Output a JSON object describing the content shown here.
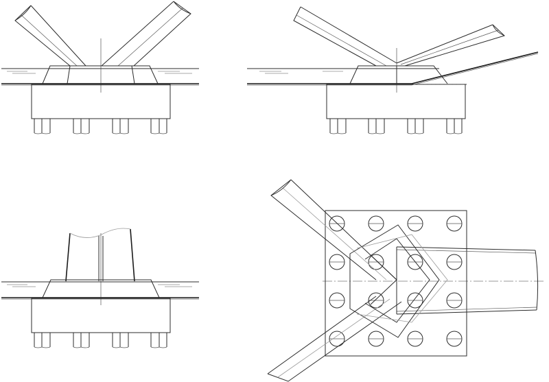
{
  "drawing": {
    "views": [
      {
        "id": "elevation-front"
      },
      {
        "id": "elevation-side-sloped"
      },
      {
        "id": "elevation-end"
      },
      {
        "id": "plan-view"
      }
    ],
    "colors": {
      "line": "#2b2b2b",
      "grey_line": "#9a9a9a",
      "background": "#ffffff"
    }
  }
}
